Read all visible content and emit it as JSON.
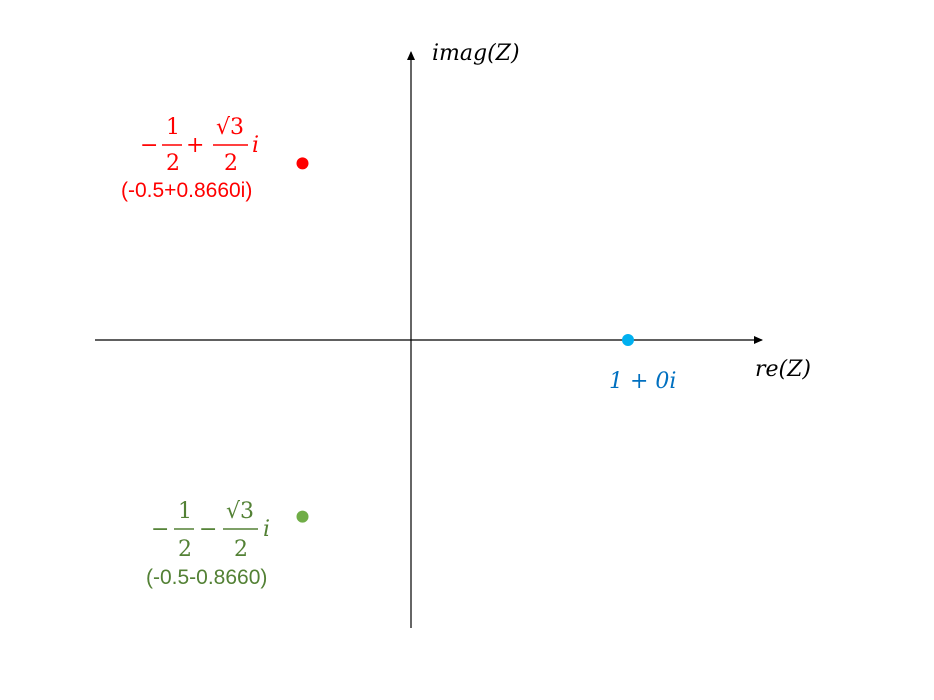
{
  "axes": {
    "x_label": "re(Z)",
    "y_label": "imag(Z)",
    "axis_color": "#000000"
  },
  "points": [
    {
      "id": "root-1",
      "re": 1,
      "im": 0,
      "color": "#00b0f0",
      "label_color": "#0070c0",
      "math_label": "1 + 0i"
    },
    {
      "id": "root-2",
      "re": -0.5,
      "im": 0.866,
      "color": "#ff0000",
      "label_color": "#ff0000",
      "math_label": {
        "sign1": "−",
        "num1": "1",
        "den1": "2",
        "op": "+",
        "num2": "√3",
        "den2": "2",
        "unit": "i"
      },
      "decimal_label": "(-0.5+0.8660i)"
    },
    {
      "id": "root-3",
      "re": -0.5,
      "im": -0.866,
      "color": "#70ad47",
      "label_color": "#538135",
      "math_label": {
        "sign1": "−",
        "num1": "1",
        "den1": "2",
        "op": "−",
        "num2": "√3",
        "den2": "2",
        "unit": "i"
      },
      "decimal_label": "(-0.5-0.8660)"
    }
  ]
}
